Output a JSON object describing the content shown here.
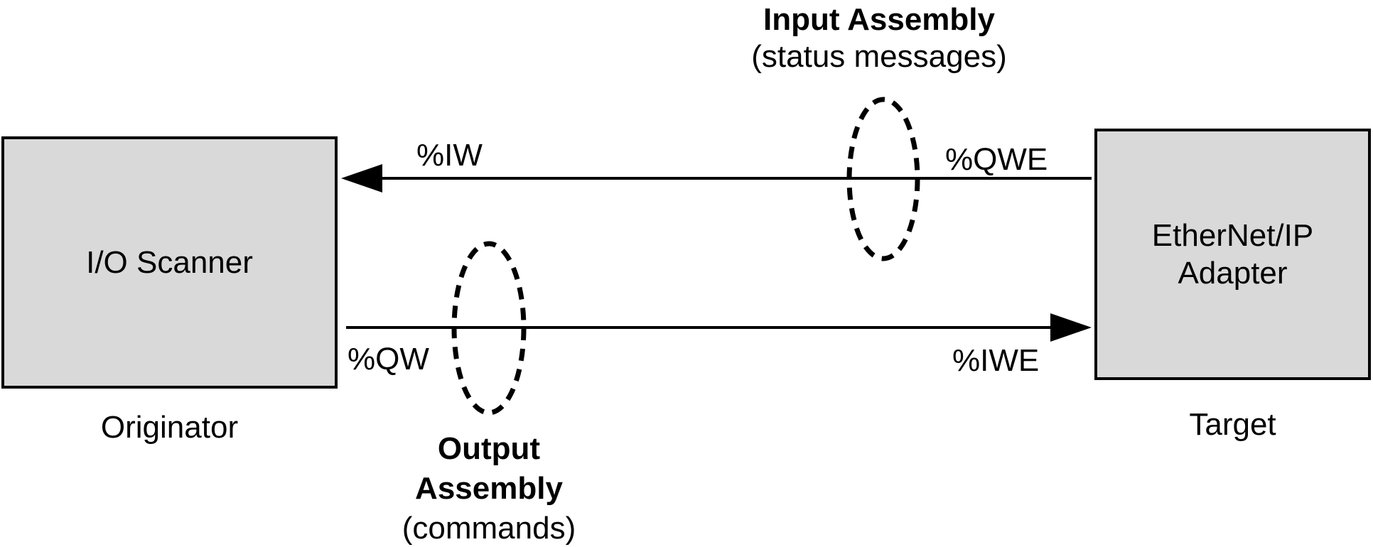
{
  "figure": {
    "boxes": {
      "scanner": {
        "label": "I/O Scanner",
        "role": "Originator"
      },
      "adapter": {
        "label_line1": "EtherNet/IP",
        "label_line2": "Adapter",
        "role": "Target"
      }
    },
    "arrows": {
      "input": {
        "direction": "right-to-left",
        "label_left": "%IW",
        "label_right": "%QWE"
      },
      "output": {
        "direction": "left-to-right",
        "label_left": "%QW",
        "label_right": "%IWE"
      }
    },
    "annotations": {
      "input_assembly": {
        "title": "Input Assembly",
        "subtitle": "(status messages)"
      },
      "output_assembly": {
        "title_line1": "Output",
        "title_line2": "Assembly",
        "subtitle": "(commands)"
      }
    },
    "colors": {
      "background": "#ffffff",
      "box_fill": "#d9d9d9",
      "box_border": "#000000",
      "line": "#000000",
      "text": "#000000"
    }
  }
}
